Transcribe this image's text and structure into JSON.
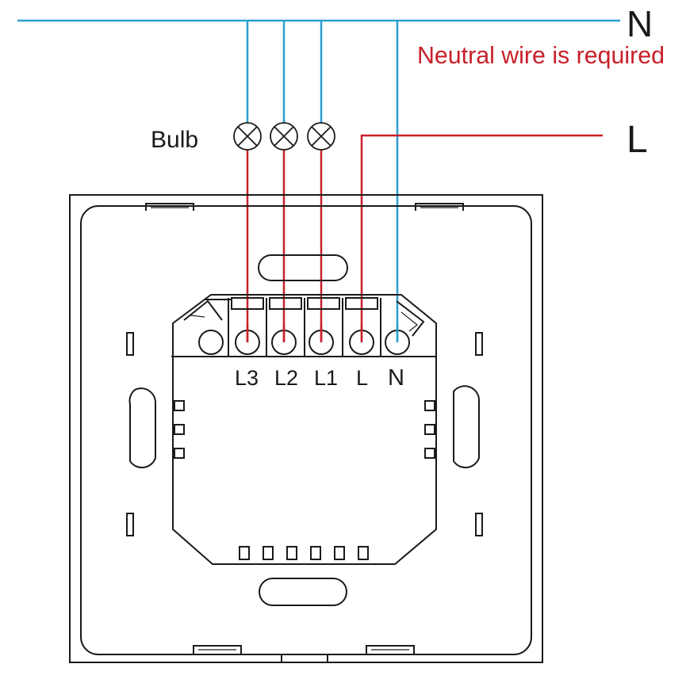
{
  "labels": {
    "neutral_line": "N",
    "live_line": "L",
    "neutral_note": "Neutral wire is required",
    "bulb": "Bulb"
  },
  "terminals": {
    "l3": "L3",
    "l2": "L2",
    "l1": "L1",
    "l": "L",
    "n": "N"
  },
  "colors": {
    "neutral_wire": "#2a9fd0",
    "live_wire": "#c8202a",
    "outline": "#1a1a1a",
    "note": "#c8202a"
  }
}
